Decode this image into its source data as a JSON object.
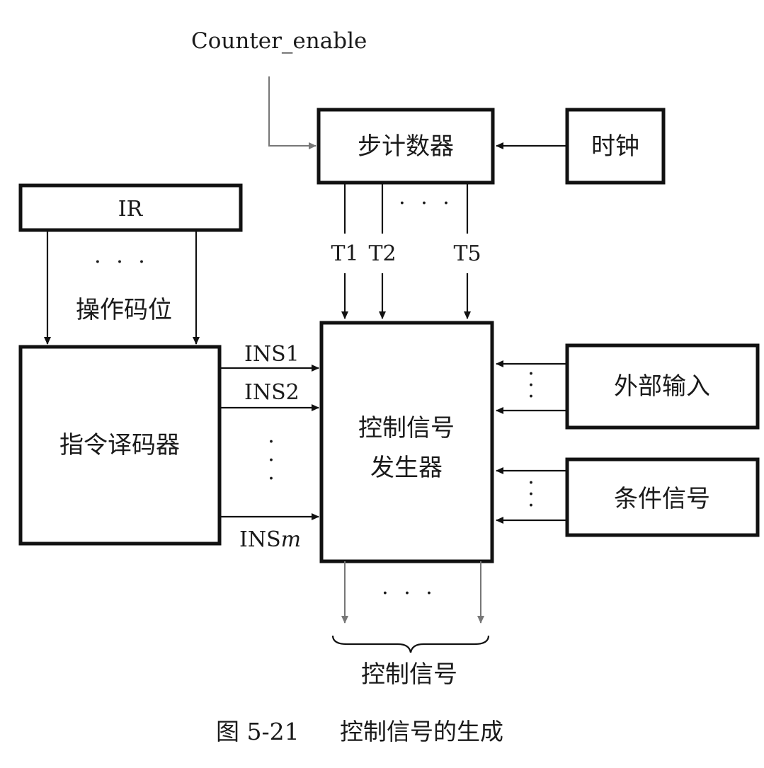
{
  "blocks": {
    "counter_enable": "Counter_enable",
    "step_counter": "步计数器",
    "clock": "时钟",
    "ir": "IR",
    "opcode_bits": "操作码位",
    "decoder": "指令译码器",
    "control_generator_line1": "控制信号",
    "control_generator_line2": "发生器",
    "external_input": "外部输入",
    "condition_signal": "条件信号"
  },
  "signals": {
    "t1": "T1",
    "t2": "T2",
    "t5": "T5",
    "ins1": "INS1",
    "ins2": "INS2",
    "insm_prefix": "INS",
    "insm_suffix": "m",
    "control_signals": "控制信号"
  },
  "ellipsis": {
    "horizontal": "· · ·",
    "vertical": "·"
  },
  "caption": {
    "figure_number": "图 5-21",
    "title": "控制信号的生成"
  },
  "colors": {
    "line": "#111111",
    "grey_line": "#777777",
    "text": "#1a1a1a",
    "background": "#ffffff"
  }
}
